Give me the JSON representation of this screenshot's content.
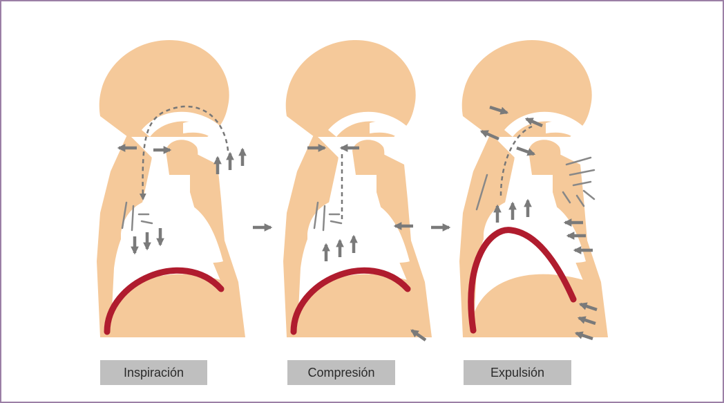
{
  "colors": {
    "frame": "#9b7fa6",
    "body": "#f5c99a",
    "white": "#ffffff",
    "diaphragm": "#b01c2e",
    "arrow": "#7a7a7a",
    "label_bg": "#bfbfbf",
    "label_text": "#2a2a2a"
  },
  "panels": [
    {
      "label": "Inspiración"
    },
    {
      "label": "Compresión"
    },
    {
      "label": "Expulsión"
    }
  ]
}
